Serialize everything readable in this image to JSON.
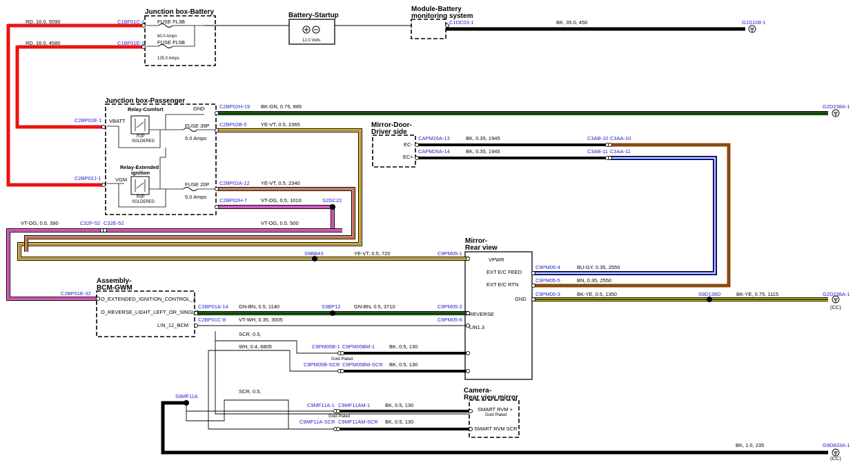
{
  "boxes": {
    "jb_battery": "Junction box-Battery",
    "battery_startup": "Battery-Startup",
    "mod_battery_1": "Module-Battery",
    "mod_battery_2": "monitoring system",
    "jb_passenger": "Junction box-Passenger",
    "relay_comfort": "Relay-Comfort",
    "relay_ext_1": "Relay-Extended",
    "relay_ext_2": "ignition",
    "mirror_door_1": "Mirror-Door-",
    "mirror_door_2": "Driver side",
    "mirror_rear_1": "Mirror-",
    "mirror_rear_2": "Rear view",
    "bcm_1": "Assembly-",
    "bcm_2": "BCM-GWM",
    "camera_1": "Camera-",
    "camera_2": "Rear view mirror"
  },
  "labels": {
    "fuse_fl3b": "FUSE FL3B",
    "fuse_fl3b_amps": "60.0 Amps",
    "fuse_fl5b": "FUSE FL5B",
    "fuse_fl5b_amps": "125.0 Amps",
    "battery_volts": "12.0 Volts",
    "fuse_39p": "FUSE 39P",
    "fuse_39p_amps": "5.0 Amps",
    "fuse_20p": "FUSE 20P",
    "fuse_20p_amps": "5.0 Amps",
    "gnd": "GND",
    "vbatt": "VBATT",
    "vgm": "VGM",
    "r3p": "R3P",
    "soldered": "SOLDERED",
    "ec_minus": "EC-",
    "ec_plus": "EC+",
    "vpwr": "VPWR",
    "ext_feed": "EXT E/C FEED",
    "ext_rtn": "EXT E/C RTN",
    "mirror_gnd": "GND",
    "reverse": "REVERSE",
    "lin": "LIN1.3",
    "o_ext": "O_EXTENDED_IGNITION_CONTROL_2",
    "o_rev": "O_REVERSE_LIGHT_LEFT_OR_SINGLE",
    "lin12": "LIN_12_BCM",
    "smart_plus": "SMART RVM +",
    "smart_scr": "SMART RVM SCR",
    "gold_plated": "Gold Plated",
    "cc": "(CC)"
  },
  "connectors": {
    "c1bf01c": "C1BF01C-1",
    "c1bf01e": "C1BF01E-1",
    "c1dc03": "C1DC03-1",
    "g1d108": "G1D108-1",
    "c2bp02h19": "C2BP02H-19",
    "g2d238a_top": "G2D238A-1",
    "c2bp02e": "C2BP02E-1",
    "c2bp02b5": "C2BP02B-5",
    "c2bp02j": "C2BP02J-1",
    "c2bp02a12": "C2BP02A-12",
    "c2bp02h7": "C2BP02H-7",
    "s2dc22": "S2DC22",
    "c32f52": "C32F-52",
    "c32e52": "C32E-52",
    "capm26a13": "CAPM26A-13",
    "capm26a14": "CAPM26A-14",
    "c3ab10": "C3AB-10",
    "c3aa10": "C3AA-10",
    "c3ab11": "C3AB-11",
    "c3aa11": "C3AA-11",
    "s9bb43": "S9BB43",
    "c9pm05_1": "C9PM05-1",
    "c9pm05_4": "C9PM05-4",
    "c9pm05_5": "C9PM05-5",
    "c9pm05_3": "C9PM05-3",
    "s9d139d": "S9D139D",
    "g2d238a_mid": "G2D238A-1",
    "c2bp01e32": "C2BP01E-32",
    "c2bp01a14": "C2BP01A-14",
    "s3bp12": "S3BP12",
    "c9pm05_2": "C9PM05-2",
    "c2bp01c8": "C2BP01C-8",
    "c9pm05_6": "C9PM05-6",
    "c9pm05b1": "C9PM05B-1",
    "c9pm05bm1": "C9PM05BM-1",
    "c9pm05bscr": "C9PM05B-SCR",
    "c9pm05bmscr": "C9PM05BM-SCR",
    "s9mf11a": "S9MF11A",
    "c9mf11a1": "C9MF11A-1",
    "c9mf11am1": "C9MF11AM-1",
    "c9mf11ascr": "C9MF11A-SCR",
    "c9mf11amscr": "C9MF11AM-SCR",
    "g9d833a": "G9D833A-1"
  },
  "wires": {
    "rd_10": "RD,  10.0,  5090",
    "rd_16": "RD,  16.0,  4580",
    "bk_35": "BK,  35.0,  450",
    "bk_gn": "BK-GN,  0.75,  885",
    "ye_vt_2365": "YE-VT,  0.5,  2365",
    "ye_vt_2340": "YE-VT,  0.5,  2340",
    "vt_og_1010": "VT-OG,  0.5,  1010",
    "vt_og_390": "VT-OG,  0.5,  390",
    "vt_og_500": "VT-OG,  0.5,  500",
    "bk_1945_a": "BK,  0.35,  1945",
    "bk_1945_b": "BK,  0.35,  1945",
    "ye_vt_720": "YE-VT,  0.5,  720",
    "bu_gy": "BU-GY,  0.35,  2550",
    "bn": "BN,  0.35,  2550",
    "bk_ye_1350": "BK-YE,  0.5,  1350",
    "bk_ye_1115": "BK-YE,  0.75,  1115",
    "gn_bn_1140": "GN-BN,  0.5,  1140",
    "gn_bn_3710": "GN-BN,  0.5,  3710",
    "vt_wh": "VT-WH,  0.35,  3005",
    "scr_1": "SCR,  0.5,",
    "wh": "WH,  0.4,  6805",
    "bk_130_a": "BK,  0.5,  130",
    "bk_130_b": "BK,  0.5,  130",
    "scr_2": "SCR,  0.5,",
    "bk_130_c": "BK,  0.5,  130",
    "bk_130_d": "BK,  0.5,  130",
    "bk_235": "BK,  1.0,  235"
  },
  "colors": {
    "red": "#ee1111",
    "green": "#2e9a1e",
    "yellow": "#f2e600",
    "violet": "#9b4fc6",
    "orange": "#f0a020",
    "pink": "#ff66bb",
    "blue": "#1a33dd",
    "brown": "#8a4a10",
    "connector_text": "#2222cc"
  }
}
